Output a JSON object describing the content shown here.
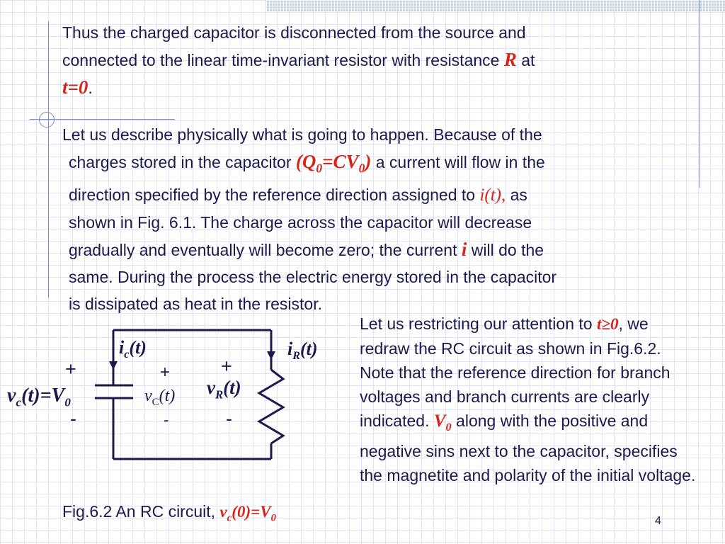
{
  "slide": {
    "number": "4"
  },
  "para1": {
    "text_a": "Thus the charged capacitor is disconnected from the source and",
    "text_b": "connected to the linear time-invariant resistor with resistance ",
    "math_R": "R",
    "text_c": " at",
    "math_t0": "t=0",
    "text_d": "."
  },
  "para2": {
    "line1": "Let us describe physically what is going to happen. Because of the",
    "line2_a": "charges stored in the capacitor ",
    "math_q0_open": "(Q",
    "math_q0_sub": "0",
    "math_q0_mid": "=CV",
    "math_q0_sub2": "0",
    "math_q0_close": ")",
    "line2_b": " a current will flow in the",
    "line3_a": "direction specified by the reference direction assigned to ",
    "math_it": "i(t),",
    "line3_b": " as",
    "line4": "shown in Fig. 6.1. The charge across the capacitor will decrease",
    "line5_a": "gradually and eventually will become zero; the current ",
    "math_i": "i",
    "line5_b": " will do the",
    "line6": "same.  During the process the electric energy stored in the capacitor",
    "line7": "is dissipated as heat in the resistor."
  },
  "para3": {
    "text_a": "Let us restricting our attention to ",
    "math_t_ge_0": "t≥0",
    "text_b": ", we redraw the RC circuit as shown in Fig.6.2. Note that the reference direction for branch voltages and branch currents are clearly indicated. ",
    "math_V": "V",
    "math_V_sub": "0",
    "text_c": " along with the positive and negative sins next to the capacitor, specifies the magnetite and polarity of the initial voltage."
  },
  "caption": {
    "text": "Fig.6.2 An RC circuit, ",
    "math_v": "v",
    "math_v_sub": "c",
    "math_rest": "(0)=V",
    "math_rest_sub": "0"
  },
  "circuit": {
    "ic_i": "i",
    "ic_sub": "c",
    "ic_rest": "(t)",
    "ir_i": "i",
    "ir_sub": "R",
    "ir_rest": "(t)",
    "plus": "+",
    "minus": "-",
    "vc_left_v": "v",
    "vc_left_sub": "c",
    "vc_left_rest": "(t)=V",
    "vc_left_sub2": "0",
    "vc_mid_v": "v",
    "vc_mid_sub": "C",
    "vc_mid_rest": "(t)",
    "vr_v": "v",
    "vr_sub": "R",
    "vr_rest": "(t)"
  },
  "colors": {
    "text": "#1a1a4e",
    "accent_red": "#d8231b",
    "grid": "#dde3f3"
  }
}
